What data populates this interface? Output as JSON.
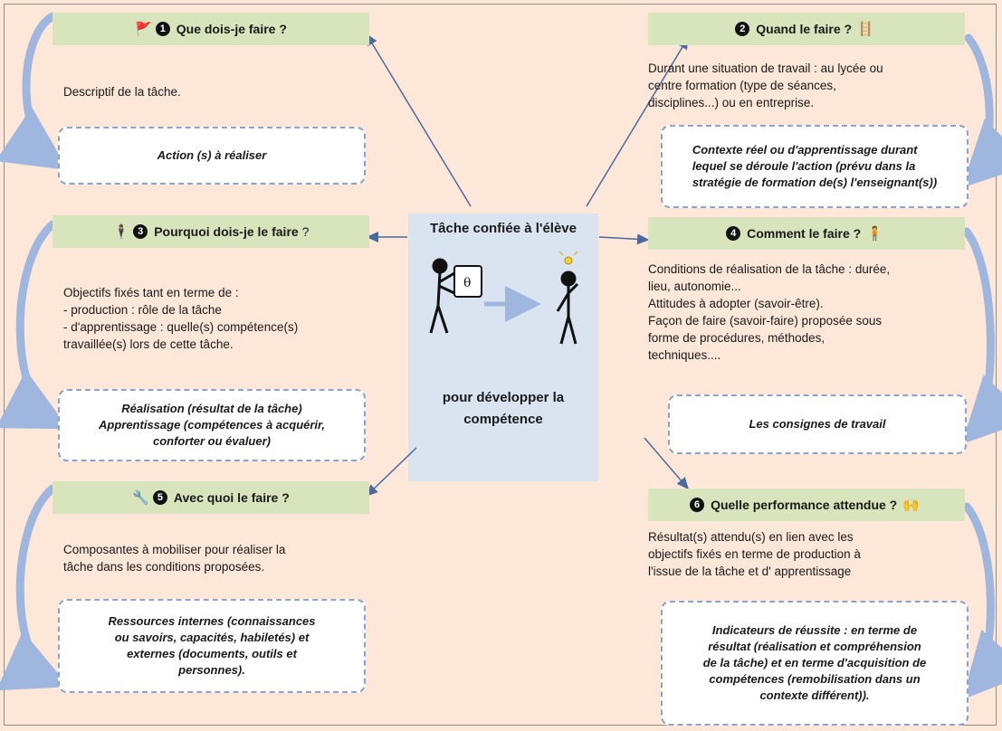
{
  "central": {
    "title": "Tâche confiée à l'élève",
    "subtitle_line1": "pour développer la",
    "subtitle_line2": "compétence"
  },
  "sections": {
    "s1": {
      "number": "1",
      "title": "Que dois-je faire ?",
      "text": [
        "Descriptif de la tâche."
      ],
      "box": [
        "Action (s) à réaliser"
      ]
    },
    "s2": {
      "number": "2",
      "title": "Quand le faire ?",
      "text": [
        "Durant une situation de travail : au lycée ou",
        "centre formation (type de séances,",
        "disciplines...) ou en entreprise."
      ],
      "box": [
        "Contexte réel ou d'apprentissage durant",
        "lequel se déroule l'action (prévu dans la",
        "stratégie de formation de(s) l'enseignant(s))"
      ]
    },
    "s3": {
      "number": "3",
      "title_bold": "Pourquoi dois-je le faire",
      "title_plain": "?",
      "text": [
        "Objectifs fixés tant en terme de :",
        "- production : rôle de la tâche",
        "- d'apprentissage : quelle(s) compétence(s)",
        "travaillée(s) lors de cette tâche."
      ],
      "box": [
        "Réalisation (résultat de la tâche)",
        "Apprentissage (compétences à acquérir,",
        "conforter ou évaluer)"
      ]
    },
    "s4": {
      "number": "4",
      "title": "Comment le faire ?",
      "text": [
        "Conditions de réalisation de la tâche : durée,",
        "lieu, autonomie...",
        "Attitudes à adopter (savoir-être).",
        "Façon de faire (savoir-faire) proposée sous",
        "forme de procédures, méthodes,",
        "techniques...."
      ],
      "box": [
        "Les consignes de travail"
      ]
    },
    "s5": {
      "number": "5",
      "title": "Avec quoi le faire ?",
      "text": [
        "Composantes à mobiliser pour réaliser la",
        "tâche dans les conditions proposées."
      ],
      "box": [
        "Ressources internes (connaissances",
        "ou savoirs, capacités, habiletés) et",
        "externes (documents, outils et",
        "personnes)."
      ]
    },
    "s6": {
      "number": "6",
      "title": "Quelle performance attendue ?",
      "text": [
        "Résultat(s) attendu(s) en lien avec les",
        "objectifs fixés en terme de production à",
        "l'issue de la tâche et d' apprentissage"
      ],
      "box": [
        "Indicateurs de réussite : en terme de",
        "résultat (réalisation et compréhension",
        "de la tâche) et en terme d'acquisition de",
        "compétences (remobilisation dans un",
        "contexte différent))."
      ]
    }
  },
  "colors": {
    "background": "#fde7d9",
    "header": "#d8e4bc",
    "center": "#dae3f0",
    "arrow": "#4a6aa0",
    "curve": "#9fb6de",
    "box_border": "#8ea3c9"
  },
  "icons": [
    "person-flag-icon",
    "person-ladder-icon",
    "person-pointing-icon",
    "person-thinking-icon",
    "person-tool-icon",
    "people-celebrating-icon",
    "lightbulb-icon"
  ]
}
